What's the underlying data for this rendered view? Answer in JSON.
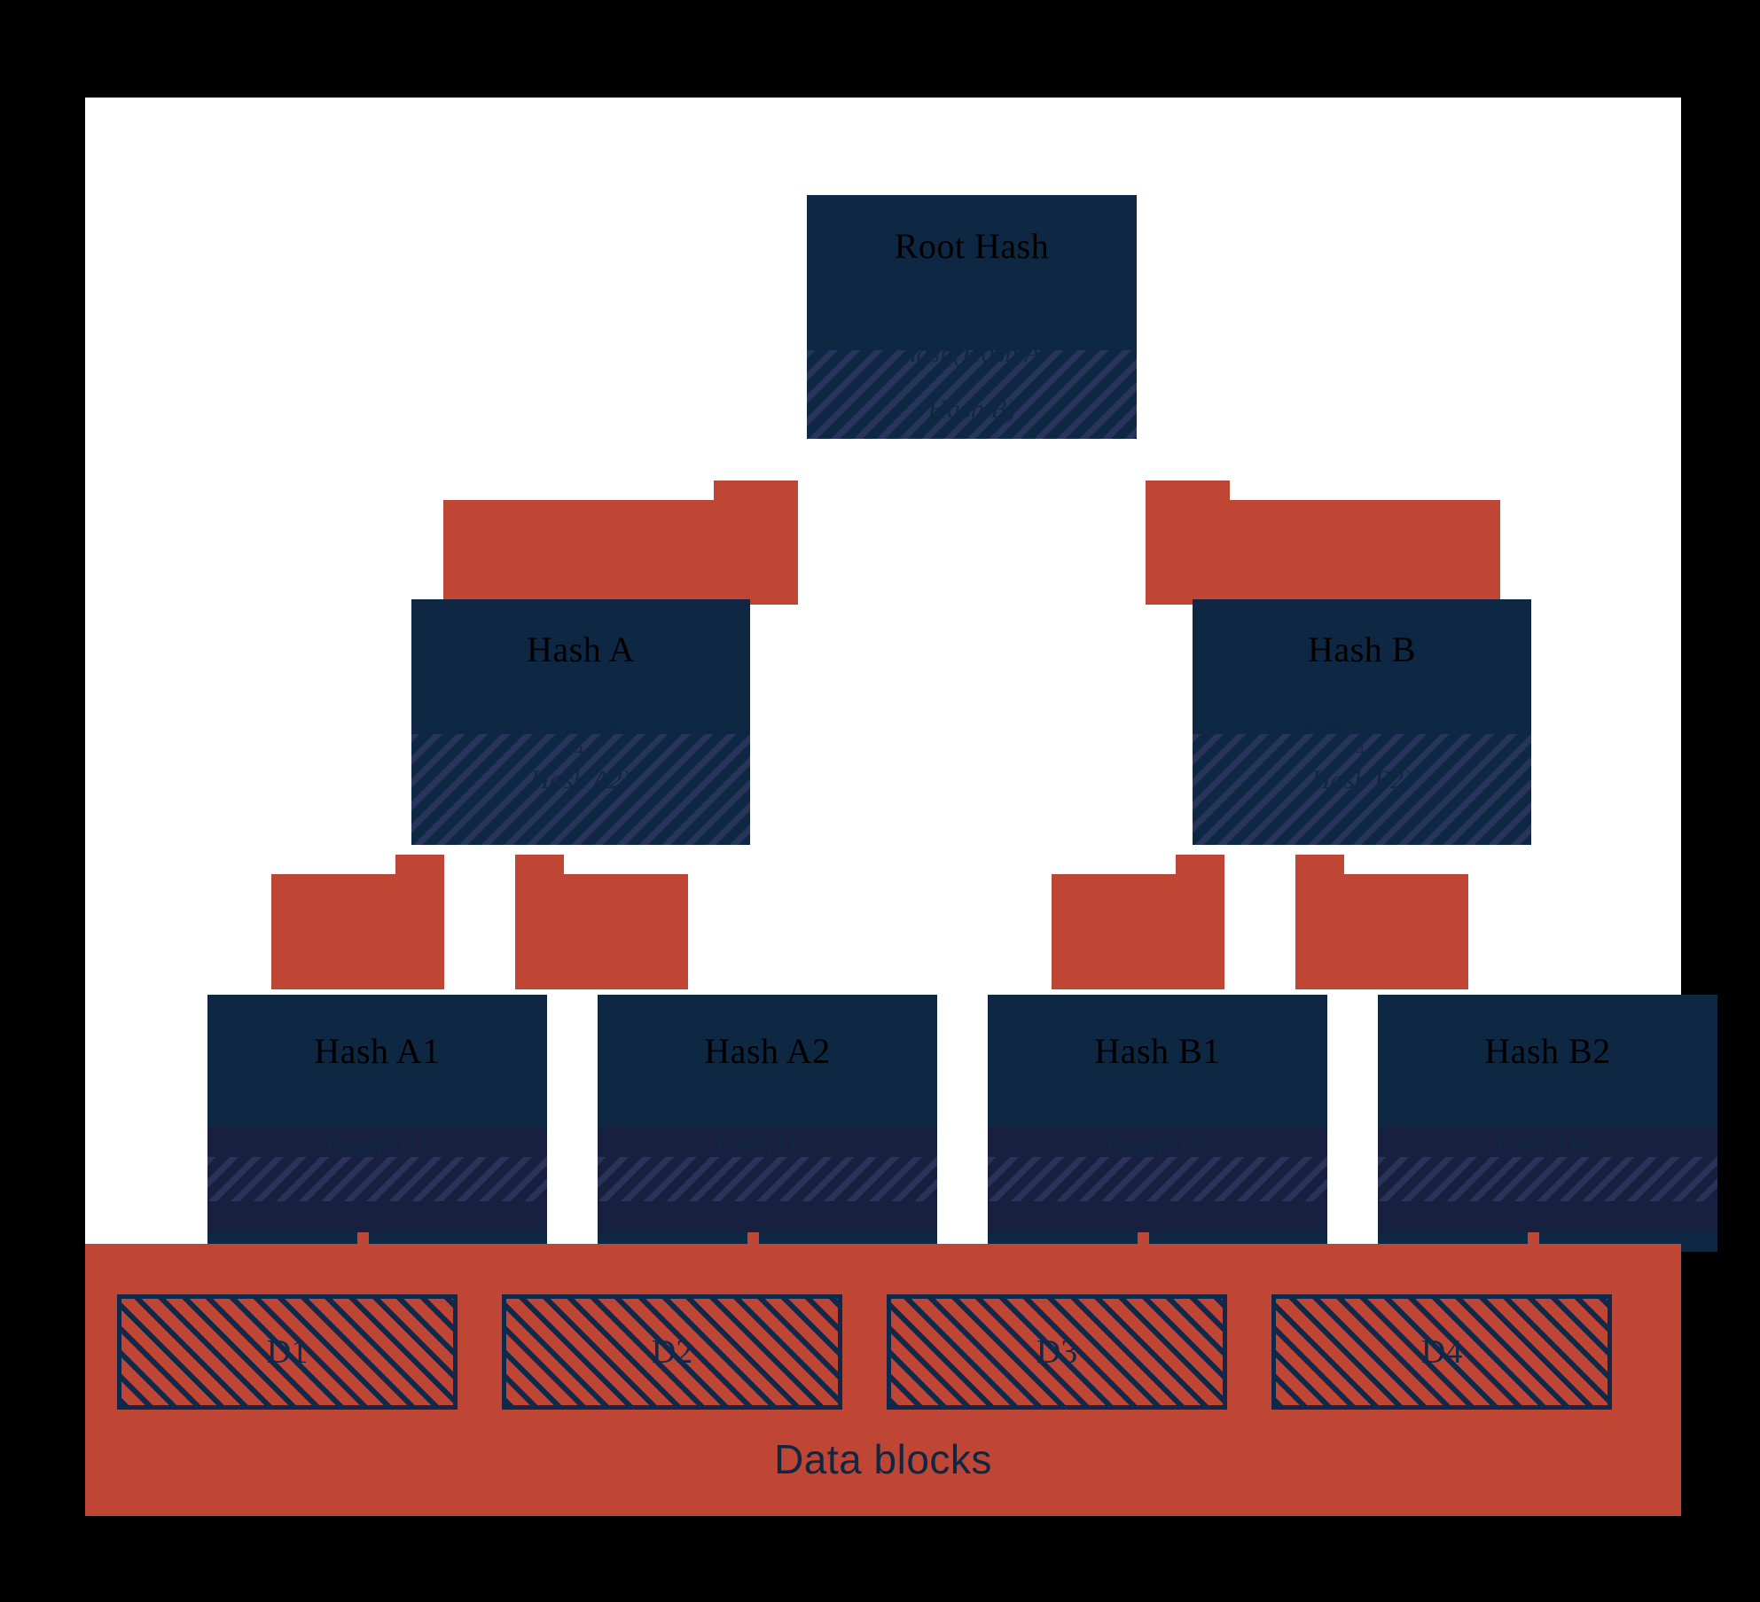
{
  "diagram": {
    "type": "merkle-tree",
    "title_font_color": "#000000",
    "colors": {
      "background": "#000000",
      "plate": "#ffffff",
      "node_navy": "#0e2743",
      "node_inner_panel": "#18203f",
      "accent_terracotta": "#bf4634",
      "hatch_navy": "#10294a"
    },
    "root": {
      "label": "Root Hash",
      "formula": "hash(Hash A\n+\nHash B)"
    },
    "level2": [
      {
        "label": "Hash A",
        "formula": "hash(Hash A1\n+\nHash A2)"
      },
      {
        "label": "Hash B",
        "formula": "hash(Hash B1\n+\nHash B2)"
      }
    ],
    "leaves": [
      {
        "label": "Hash A1",
        "formula": "hash(D1)"
      },
      {
        "label": "Hash A2",
        "formula": "hash(D2)"
      },
      {
        "label": "Hash B1",
        "formula": "hash(D3)"
      },
      {
        "label": "Hash B2",
        "formula": "hash(D4)"
      }
    ],
    "data_blocks": {
      "caption": "Data blocks",
      "blocks": [
        {
          "label": "D1"
        },
        {
          "label": "D2"
        },
        {
          "label": "D3"
        },
        {
          "label": "D4"
        }
      ]
    }
  }
}
